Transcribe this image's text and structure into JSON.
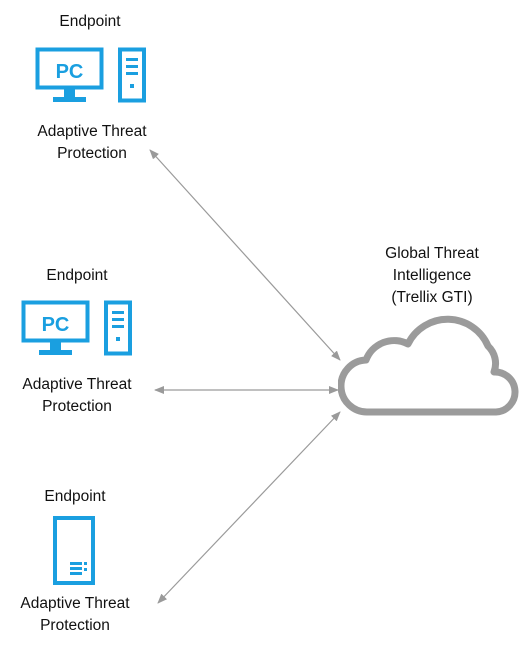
{
  "colors": {
    "icon_blue": "#1a9fe0",
    "arrow_gray": "#9a9a9a",
    "cloud_gray": "#9b9b9b",
    "text": "#111111"
  },
  "endpoints": [
    {
      "title": "Endpoint",
      "pc_text": "PC",
      "line1": "Adaptive Threat",
      "line2": "Protection",
      "icon": "desktop-pc-tower-icon"
    },
    {
      "title": "Endpoint",
      "pc_text": "PC",
      "line1": "Adaptive Threat",
      "line2": "Protection",
      "icon": "desktop-pc-tower-icon"
    },
    {
      "title": "Endpoint",
      "line1": "Adaptive Threat",
      "line2": "Protection",
      "icon": "server-icon"
    }
  ],
  "cloud": {
    "line1": "Global Threat",
    "line2": "Intelligence",
    "line3": "(Trellix GTI)",
    "icon": "cloud-icon"
  },
  "connections": [
    {
      "from": "endpoint-1",
      "to": "cloud",
      "style": "bidirectional-arrow"
    },
    {
      "from": "endpoint-2",
      "to": "cloud",
      "style": "bidirectional-arrow"
    },
    {
      "from": "endpoint-3",
      "to": "cloud",
      "style": "bidirectional-arrow"
    }
  ]
}
